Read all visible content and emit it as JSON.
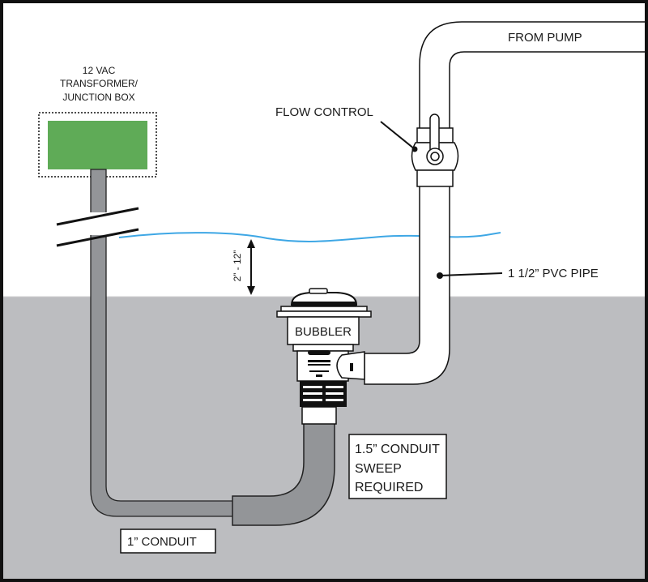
{
  "diagram": {
    "title": "Bubbler installation diagram",
    "colors": {
      "ground": "#bcbdc0",
      "water_line": "#3ea7e5",
      "transformer": "#5fab57",
      "conduit": "#939598",
      "pipe": "#ffffff",
      "outline": "#111111"
    },
    "labels": {
      "transformer_line1": "12 VAC",
      "transformer_line2": "TRANSFORMER/",
      "transformer_line3": "JUNCTION BOX",
      "from_pump": "FROM PUMP",
      "flow_control": "FLOW CONTROL",
      "pvc_pipe": "1 1/2” PVC PIPE",
      "depth": "2” - 12”",
      "bubbler": "BUBBLER",
      "conduit_sweep_line1": "1.5” CONDUIT",
      "conduit_sweep_line2": "SWEEP",
      "conduit_sweep_line3": "REQUIRED",
      "conduit_1in": "1” CONDUIT"
    },
    "icons": {
      "brand_logo": "cmp-logo",
      "valve": "ball-valve-icon",
      "depth_arrow": "double-arrow-vertical-icon",
      "break_symbol": "pipe-break-icon"
    }
  }
}
